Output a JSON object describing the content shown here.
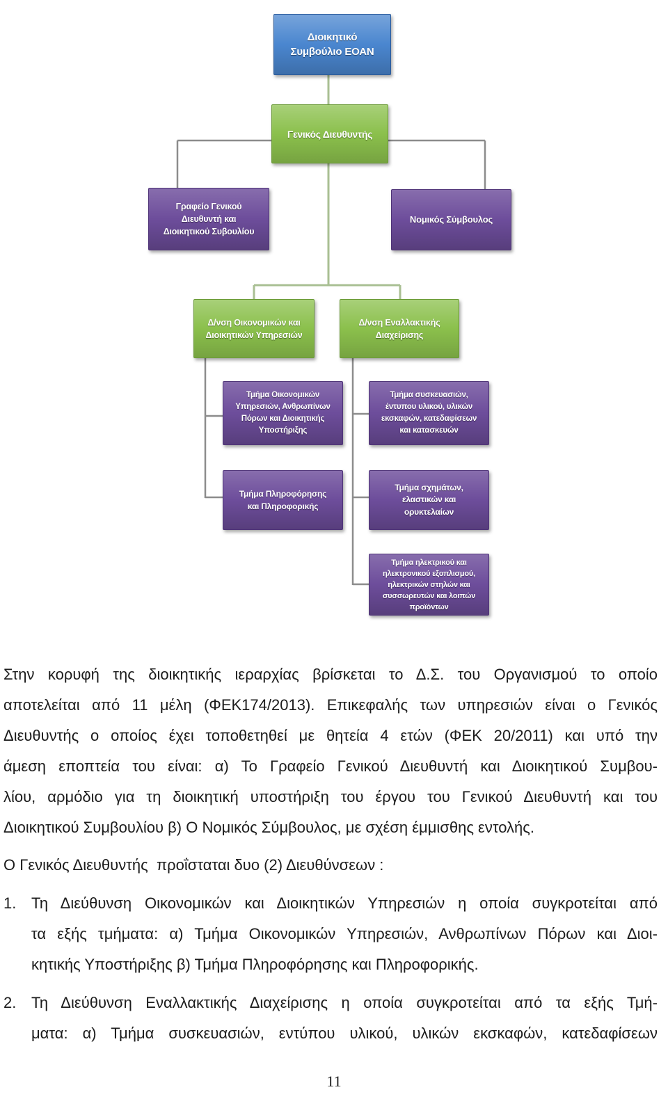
{
  "org_chart": {
    "board": [
      "Διοικητικό",
      "Συμβούλιο ΕΟΑΝ"
    ],
    "general_director": [
      "Γενικός Διευθυντής"
    ],
    "office": [
      "Γραφείο Γενικού",
      "Διευθυντή και",
      "Διοικητικού Συβουλίου"
    ],
    "legal_advisor": [
      "Νομικός Σύμβουλος"
    ],
    "divisions": [
      {
        "title": [
          "Δ/νση Οικονομικών και",
          "Διοικητικών Υπηρεσιών"
        ],
        "departments": [
          [
            "Τμήμα Οικονομικών",
            "Υπηρεσιών, Ανθρωπίνων",
            "Πόρων και Διοικητικής",
            "Υποστήριξης"
          ],
          [
            "Τμήμα Πληροφόρησης",
            "και Πληροφορικής"
          ]
        ]
      },
      {
        "title": [
          "Δ/νση Εναλλακτικής",
          "Διαχείρισης"
        ],
        "departments": [
          [
            "Τμήμα συσκευασιών,",
            "έντυπου υλικού, υλικών",
            "εκσκαφών, κατεδαφίσεων",
            "και κατασκευών"
          ],
          [
            "Τμήμα σχημάτων,",
            "ελαστικών και",
            "ορυκτελαίων"
          ],
          [
            "Τμήμα ηλεκτρικού και",
            "ηλεκτρονικού εξοπλισμού,",
            "ηλεκτρικών στηλών και",
            "συσσωρευτών και λοιπών",
            "προϊόντων"
          ]
        ]
      }
    ]
  },
  "text": {
    "paragraph_1": [
      "Στην κορυφή της διοικητικής ιεραρχίας βρίσκεται το Δ.Σ. του Οργανισμού το οποίο",
      "αποτελείται από 11 μέλη (ΦΕΚ174/2013). Επικεφαλής των υπηρεσιών είναι ο Γενικός",
      "Διευθυντής ο οποίος έχει τοποθετηθεί με θητεία 4 ετών (ΦΕΚ 20/2011) και υπό την",
      "άμεση εποπτεία του είναι: α) Το Γραφείο Γενικού Διευθυντή και Διοικητικού Συμβου-",
      "λίου, αρμόδιο για τη διοικητική υποστήριξη του έργου του Γενικού Διευθυντή και του",
      "Διοικητικού Συμβουλίου β) Ο Νομικός Σύμβουλος, με σχέση έμμισθης εντολής."
    ],
    "paragraph_2": "Ο Γενικός Διευθυντής  προΐσταται δυο (2) Διευθύνσεων :",
    "list": [
      {
        "number": "1.",
        "lines": [
          "Τη Διεύθυνση Οικονομικών και Διοικητικών Υπηρεσιών η οποία συγκροτείται από",
          "τα εξής τμήματα: α) Τμήμα Οικονομικών Υπηρεσιών, Ανθρωπίνων Πόρων και Διοι-",
          "κητικής Υποστήριξης β) Τμήμα Πληροφόρησης και Πληροφορικής."
        ]
      },
      {
        "number": "2.",
        "lines": [
          "Τη Διεύθυνση Εναλλακτικής Διαχείρισης η οποία συγκροτείται από τα εξής Τμή-",
          "ματα: α) Τμήμα συσκευασιών, εντύπου υλικού, υλικών εκσκαφών, κατεδαφίσεων"
        ]
      }
    ]
  },
  "page_number": "11",
  "colors": {
    "board": "#4a86cf",
    "director_and_divisions": "#8bc04c",
    "offices_and_departments": "#6d4d9b",
    "body_text": "#1c1c1c"
  }
}
